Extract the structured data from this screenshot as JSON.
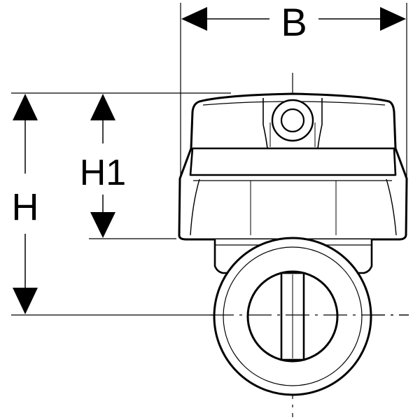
{
  "dimensions": {
    "width_label": "B",
    "total_height_label": "H",
    "cap_height_label": "H1"
  },
  "colors": {
    "line": "#000000",
    "background": "#ffffff"
  }
}
